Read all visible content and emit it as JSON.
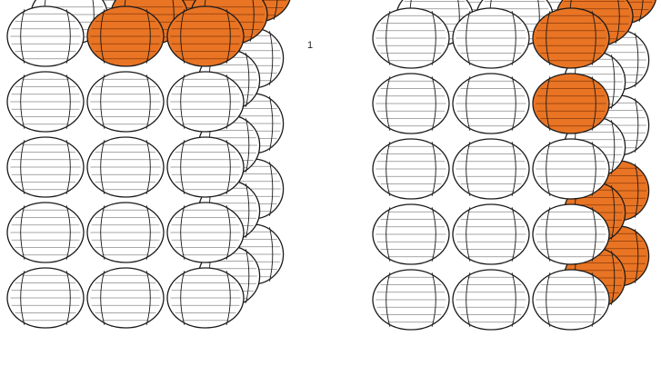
{
  "figure": {
    "marker_label": "1",
    "colors": {
      "background": "#ffffff",
      "barrel_fill": "#ffffff",
      "barrel_line": "#1a1a1a",
      "barrel_stripe": "#8a8a8a",
      "highlight_fill": "#e87424",
      "highlight_stripe": "#8a3a0a"
    },
    "stacks": [
      {
        "name": "left-stack",
        "rows": 5,
        "cols": 3,
        "depth": 3,
        "highlighted_front": [
          [
            0,
            1
          ],
          [
            0,
            2
          ]
        ],
        "highlighted_top_layers": 3,
        "highlighted_top_cols": [
          1,
          2
        ]
      },
      {
        "name": "right-stack",
        "rows": 5,
        "cols": 3,
        "depth": 3,
        "highlighted_front": [
          [
            0,
            2
          ],
          [
            1,
            2
          ]
        ],
        "highlighted_top_layers": 3,
        "highlighted_top_cols": [
          2
        ],
        "highlighted_side": true
      }
    ]
  }
}
